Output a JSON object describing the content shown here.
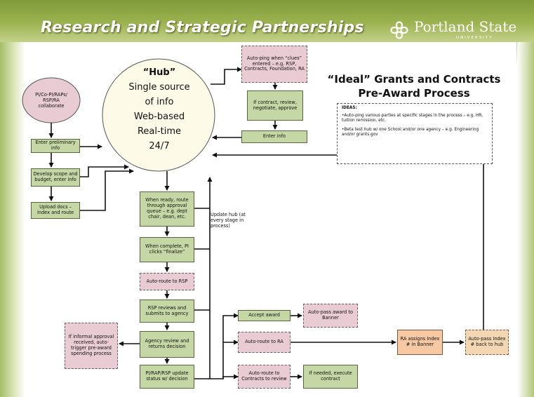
{
  "header": {
    "title": "Research and Strategic Partnerships",
    "logo_name": "Portland State",
    "logo_sub": "UNIVERSITY"
  },
  "hub": {
    "title": "“Hub”",
    "lines": [
      "Single source",
      "of info",
      "Web-based",
      "Real-time",
      "24/7"
    ]
  },
  "ideal_title": [
    "“Ideal” Grants and Contracts",
    "Pre-Award Process"
  ],
  "ideas": {
    "heading": "IDEAS:",
    "items": [
      "•Auto-ping various parties at specific stages in the process – e.g. HR, tuition remission, etc.",
      "•Beta test hub w/ one School and/or one agency – e.g. Engineering and/or grants.gov"
    ]
  },
  "nodes": {
    "collaborate": "PI/Co-PI/RAPs/ RSP/RA collaborate",
    "enter_prelim": "Enter preliminary info",
    "develop_scope": "Develop scope and budget, enter info",
    "upload_docs": "Upload docs – index and route",
    "auto_ping": "Auto-ping when “clues” entered – e.g. RSP, Contracts, Foundation, RA",
    "if_contract": "If contract, review, negotiate, approve",
    "enter_info": "Enter info",
    "when_ready": "When ready, route through approval queue – e.g. dept chair, dean, etc.",
    "when_complete": "When complete, PI clicks “finalize”",
    "auto_route_rsp": "Auto-route to RSP",
    "rsp_reviews": "RSP reviews and submits to agency",
    "agency_review": "Agency review and returns decision",
    "update_status": "PI/RAP/RSP update status w/ decision",
    "informal": "If informal approval received, auto-trigger pre-award spending process",
    "accept_award": "Accept award",
    "auto_pass_banner": "Auto-pass award to Banner",
    "auto_route_ra": "Auto-route to RA",
    "ra_assigns": "RA assigns Index # in Banner",
    "auto_pass_index": "Auto-pass Index # back to hub",
    "auto_route_contracts": "Auto-route to Contracts to review",
    "if_needed": "If needed, execute contract"
  },
  "update_hub_label": "Update hub (at every stage in process)",
  "colors": {
    "green_box": "#c5d7a4",
    "pink_box": "#e9cbd3",
    "orange_box": "#f6c8a3",
    "hub_fill": "#fdfbe8",
    "header_green": "#9bb24f"
  }
}
